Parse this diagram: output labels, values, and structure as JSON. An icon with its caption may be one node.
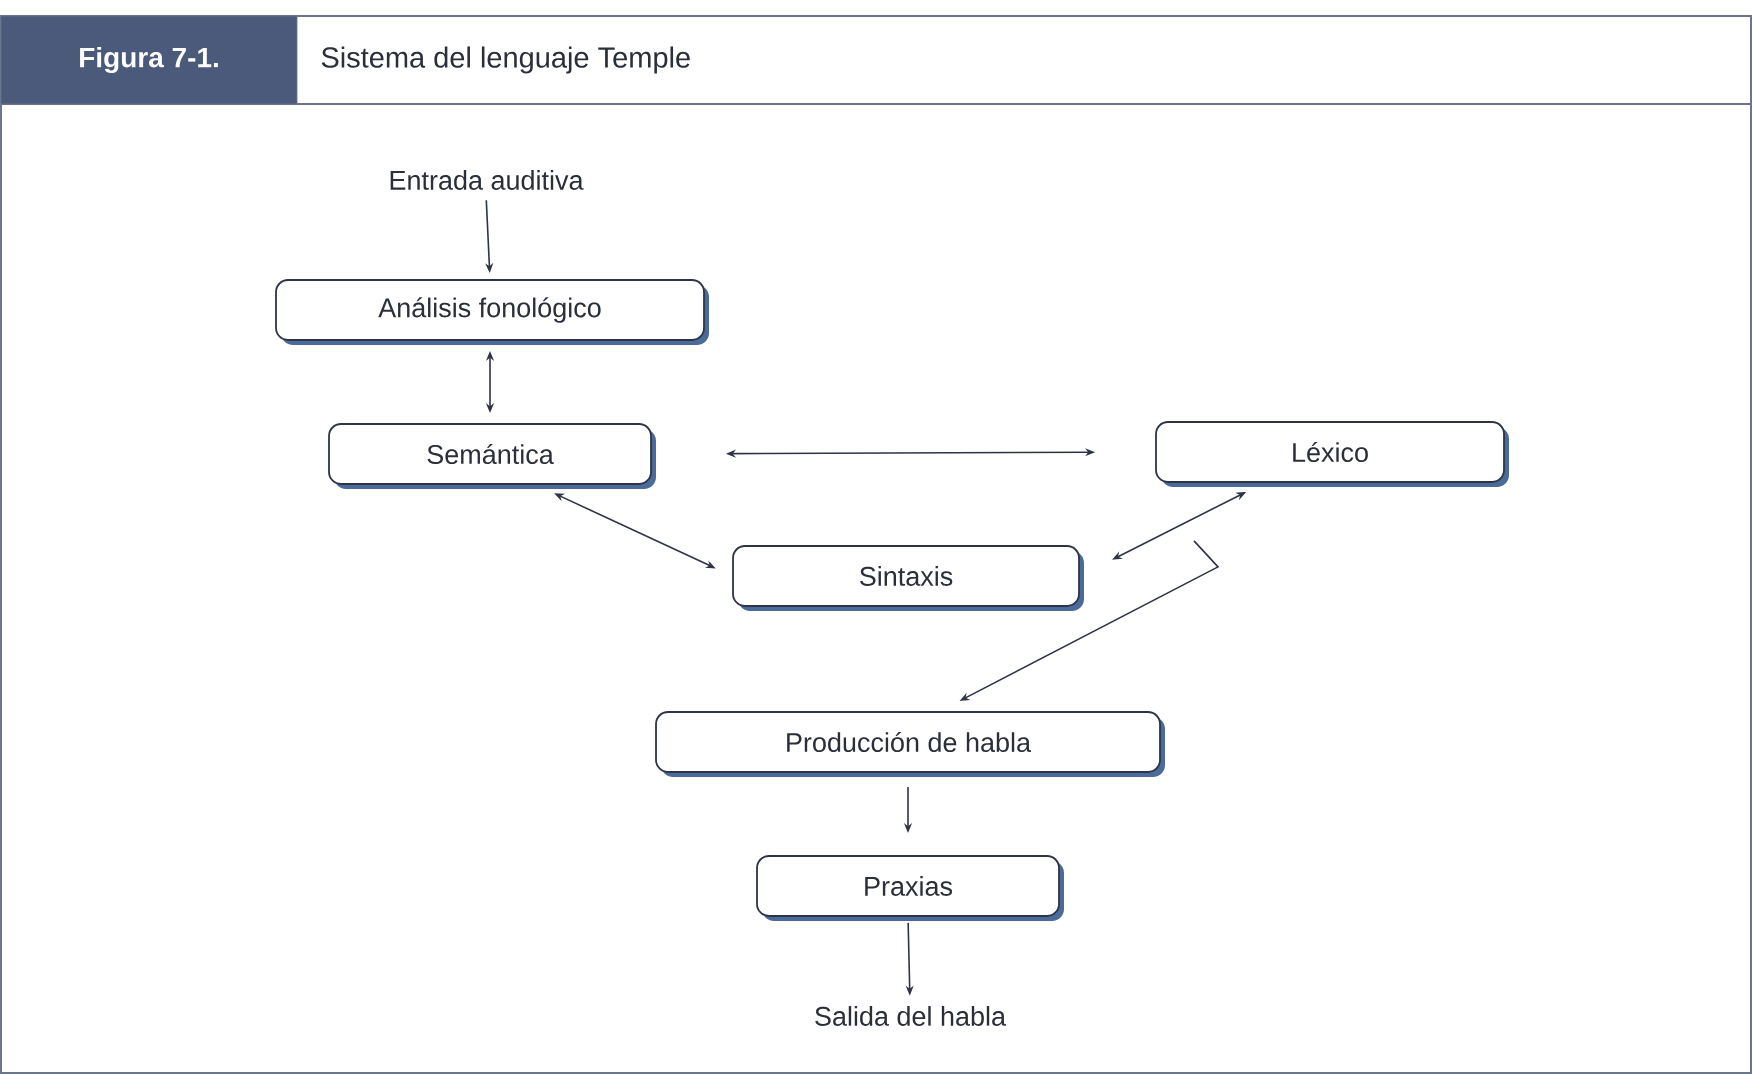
{
  "diagram": {
    "title": "Sistema del lenguaje Temple",
    "nodes": [
      {
        "text": [
          "Entrada auditiva"
        ]
      },
      {
        "text": [
          "Análisis fonológico"
        ]
      },
      {
        "text": [
          "Semántica"
        ]
      },
      {
        "text": [
          "Léxico"
        ]
      },
      {
        "text": [
          "Sintaxis"
        ]
      },
      {
        "text": [
          "Producción de habla"
        ]
      },
      {
        "text": [
          "Praxias"
        ]
      },
      {
        "text": [
          "Salida del habla"
        ]
      }
    ],
    "edges": [
      {
        "from": 0,
        "to": 1,
        "arrow": "to"
      },
      {
        "from": 1,
        "to": 2,
        "arrow": "both"
      },
      {
        "from": 2,
        "to": 3,
        "arrow": "both"
      },
      {
        "from": 2,
        "to": 4,
        "arrow": "both"
      },
      {
        "from": 3,
        "to": 4,
        "arrow": "both"
      },
      {
        "from": 3,
        "to": 5,
        "arrow": "to"
      },
      {
        "from": 5,
        "to": 6,
        "arrow": "to"
      },
      {
        "from": 6,
        "to": 7,
        "arrow": "to"
      }
    ],
    "labels": [
      "Figura 7-1."
    ]
  }
}
